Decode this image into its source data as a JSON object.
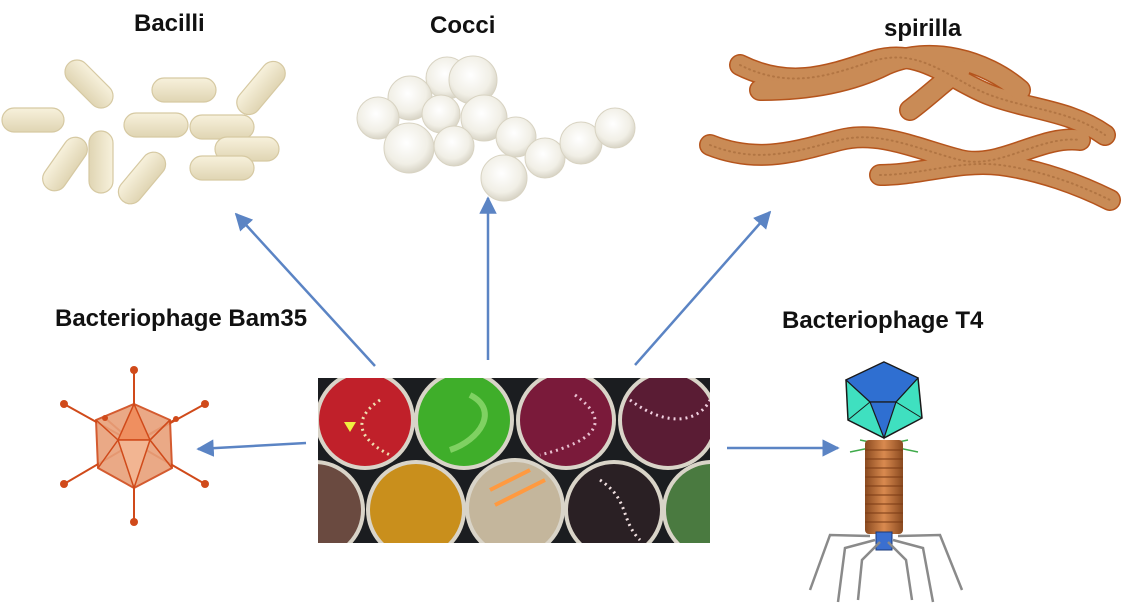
{
  "labels": {
    "bacilli": "Bacilli",
    "cocci": "Cocci",
    "spirilla": "spirilla",
    "phage_bam35": "Bacteriophage Bam35",
    "phage_t4": "Bacteriophage T4"
  },
  "colors": {
    "arrow": "#5b84c4",
    "bacilli_fill": "#eee5c8",
    "cocci_fill": "#f2f0e8",
    "spirilla_fill": "#c88a55",
    "spirilla_stroke": "#b5541c",
    "bam35_stroke": "#d04a1a",
    "bam35_fill": "#e8a07a",
    "t4_head_front": "#2f6fd1",
    "t4_head_side": "#3fe0c0",
    "t4_tail": "#c9733a",
    "t4_legs": "#8a8a8a"
  }
}
